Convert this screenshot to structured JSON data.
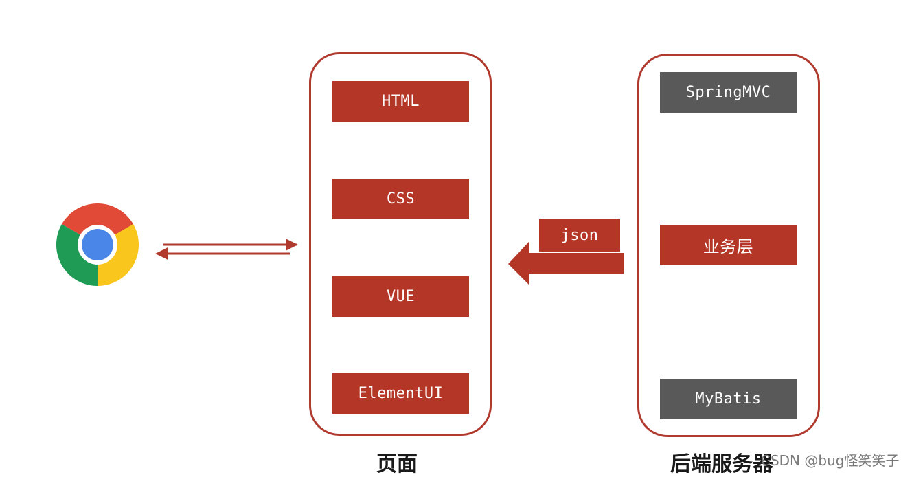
{
  "frontend": {
    "items": [
      "HTML",
      "CSS",
      "VUE",
      "ElementUI"
    ],
    "caption": "页面"
  },
  "backend": {
    "top": "SpringMVC",
    "middle": "业务层",
    "bottom": "MyBatis",
    "caption": "后端服务器"
  },
  "transfer": {
    "label": "json"
  },
  "browser": {
    "icon": "chrome-icon"
  },
  "watermark": "CSDN @bug怪笑笑子",
  "colors": {
    "accent": "#b43626",
    "border": "#b03a2e",
    "dark_box": "#595959"
  }
}
